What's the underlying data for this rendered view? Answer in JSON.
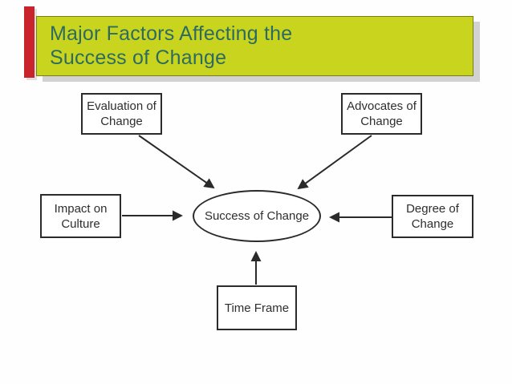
{
  "title": {
    "line1": "Major Factors Affecting the",
    "line2": "Success of Change"
  },
  "theme": {
    "accent_bar_color": "#c9242b",
    "title_background": "#c9d41e",
    "title_text_color": "#2d6b60",
    "title_shadow_color": "#d2d2d2",
    "diagram_line_color": "#2a2a2a",
    "node_background": "#ffffff",
    "slide_background": "#fefefe"
  },
  "diagram": {
    "center": {
      "label": "Success of Change"
    },
    "nodes": [
      {
        "id": "evaluation",
        "line1": "Evaluation of",
        "line2": "Change"
      },
      {
        "id": "advocates",
        "line1": "Advocates of",
        "line2": "Change"
      },
      {
        "id": "impact",
        "line1": "Impact on",
        "line2": "Culture"
      },
      {
        "id": "degree",
        "line1": "Degree of",
        "line2": "Change"
      },
      {
        "id": "timeframe",
        "line1": "Time Frame"
      }
    ],
    "connections": [
      "evaluation -> center",
      "advocates -> center",
      "impact -> center",
      "degree -> center",
      "timeframe -> center"
    ]
  }
}
